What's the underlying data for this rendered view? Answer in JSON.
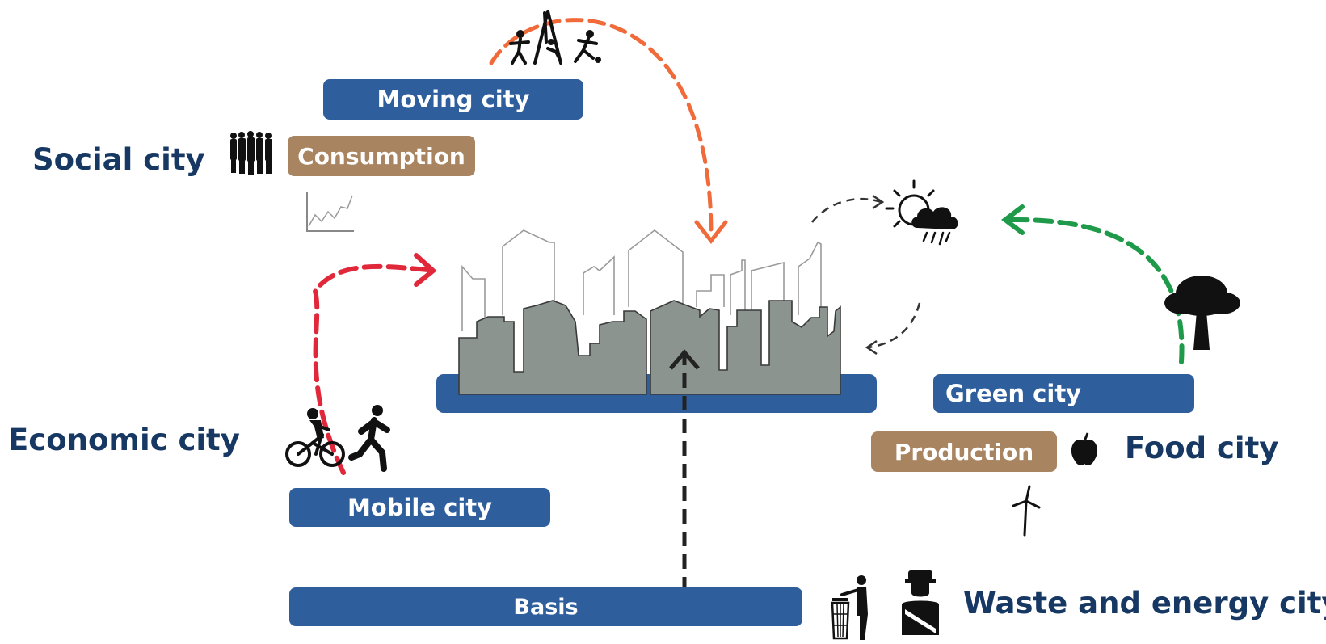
{
  "labels": {
    "social_city": "Social city",
    "economic_city": "Economic city",
    "food_city": "Food city",
    "waste_energy_city": "Waste and energy city"
  },
  "bars": {
    "moving_city": "Moving city",
    "consumption": "Consumption",
    "green_city": "Green city",
    "production": "Production",
    "mobile_city": "Mobile city",
    "basis": "Basis"
  },
  "colors": {
    "bar_blue": "#2e5f9c",
    "bar_brown": "#a98460",
    "heading_navy": "#163863",
    "arrow_orange": "#f06a3a",
    "arrow_red": "#e0283a",
    "arrow_green": "#1f9a4a",
    "arrow_black": "#222222",
    "building_gray": "#8c9490"
  },
  "icons": [
    "crowd-icon",
    "playground-icon",
    "chart-icon",
    "weather-icon",
    "tree-icon",
    "cyclist-icon",
    "runner-icon",
    "apple-icon",
    "wind-turbine-icon",
    "trash-can-icon",
    "police-icon",
    "skyline-icon"
  ]
}
